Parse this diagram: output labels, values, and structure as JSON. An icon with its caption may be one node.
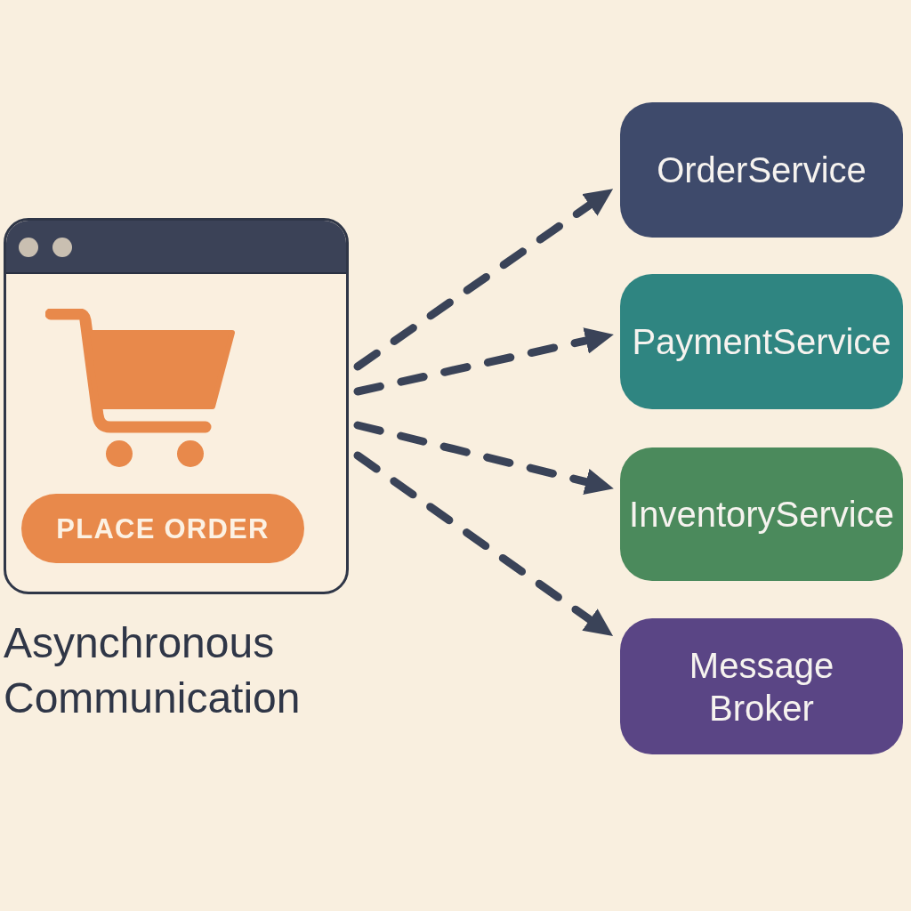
{
  "diagram": {
    "nodes": [
      {
        "text": [],
        "shape": "window",
        "beside": [
          "Asynchronous Communication"
        ]
      },
      {
        "text": [
          "PLACE ORDER"
        ],
        "in": 0
      },
      {
        "text": [
          "OrderService"
        ]
      },
      {
        "text": [
          "PaymentService"
        ]
      },
      {
        "text": [
          "InventoryService"
        ]
      },
      {
        "text": [
          "Message Broker"
        ]
      }
    ],
    "edges": [
      {
        "from": 0,
        "to": 2,
        "arrow": "to",
        "style": "dashed"
      },
      {
        "from": 0,
        "to": 3,
        "arrow": "to",
        "style": "dashed"
      },
      {
        "from": 0,
        "to": 4,
        "arrow": "to",
        "style": "dashed"
      },
      {
        "from": 0,
        "to": 5,
        "arrow": "to",
        "style": "dashed"
      }
    ]
  }
}
